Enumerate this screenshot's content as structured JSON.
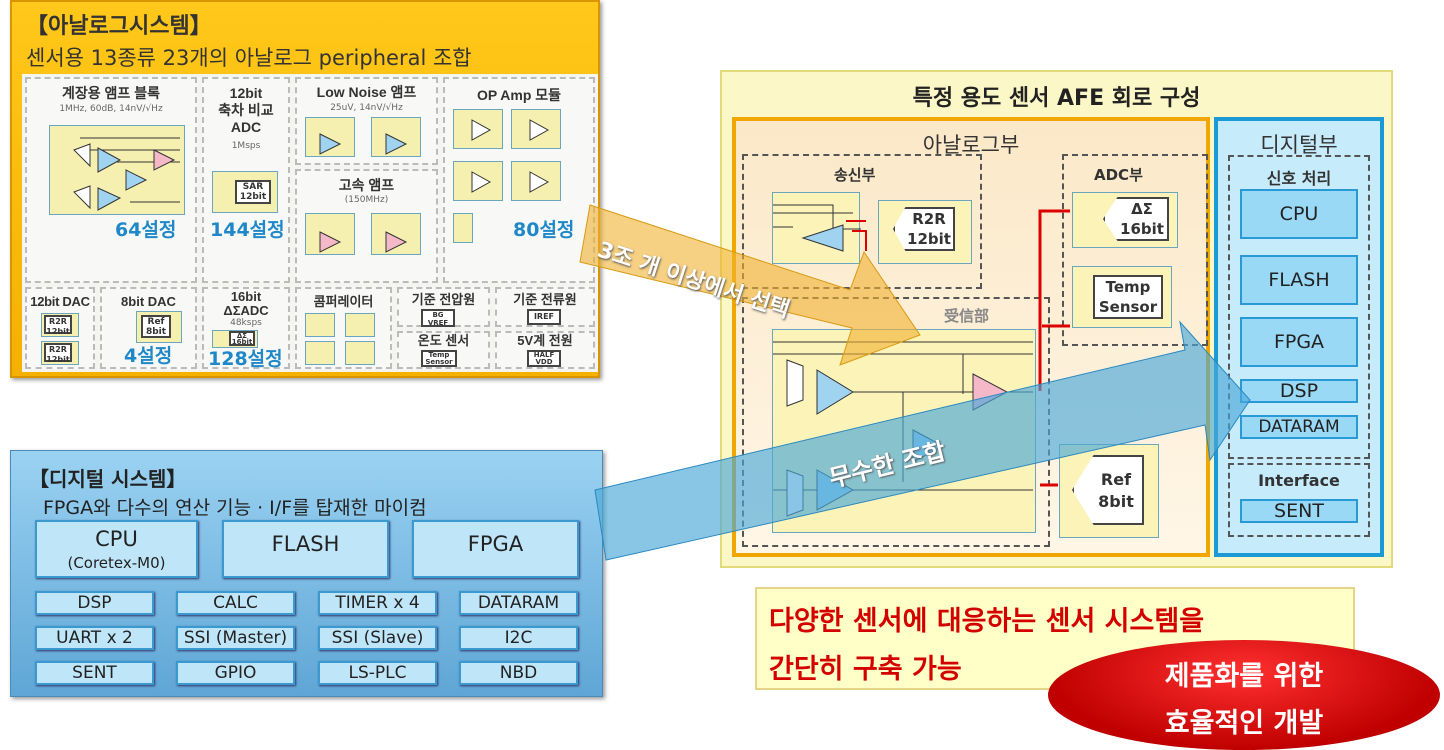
{
  "analog_system": {
    "title": "【아날로그시스템】",
    "subtitle": "센서용 13종류 23개의 아날로그 peripheral 조합",
    "cells": [
      {
        "title": "계장용 앰프 블록",
        "spec": "1MHz, 60dB, 14nV/√Hz",
        "count": "64설정"
      },
      {
        "title": "12bit\n축차 비교\nADC",
        "spec": "1Msps",
        "chip": "SAR\n12bit",
        "count": "144설정"
      },
      {
        "title": "Low Noise 앰프",
        "spec": "25uV, 14nV/√Hz"
      },
      {
        "title": "고속 앰프",
        "spec": "(150MHz)"
      },
      {
        "title": "OP Amp 모듈",
        "count": "80설정"
      },
      {
        "title": "12bit DAC",
        "chip": "R2R\n12bit"
      },
      {
        "title": "8bit DAC",
        "chip": "Ref\n8bit",
        "count": "4설정"
      },
      {
        "title": "16bit\nΔΣADC",
        "spec": "48ksps",
        "chip": "ΔΣ\n16bit",
        "count": "128설정"
      },
      {
        "title": "콤퍼레이터"
      },
      {
        "title": "기준 전압원",
        "chip": "BG\nVREF"
      },
      {
        "title": "기준 전류원",
        "chip": "IREF"
      },
      {
        "title": "온도 센서",
        "chip": "Temp\nSensor"
      },
      {
        "title": "5V계 전원",
        "chip": "HALF\nVDD"
      }
    ]
  },
  "digital_system": {
    "title": "【디지털 시스템】",
    "subtitle": "FPGA와 다수의 연산 기능 · I/F를 탑재한 마이컴",
    "cpu": "CPU",
    "cpu_sub": "(Coretex-M0)",
    "flash": "FLASH",
    "fpga": "FPGA",
    "modules": [
      "DSP",
      "CALC",
      "TIMER x 4",
      "DATARAM",
      "UART x 2",
      "SSI (Master)",
      "SSI (Slave)",
      "I2C",
      "SENT",
      "GPIO",
      "LS-PLC",
      "NBD"
    ]
  },
  "afe": {
    "title": "특정 용도 센서 AFE 회로 구성",
    "analog_part": "아날로그부",
    "tx": "송신부",
    "rx": "受信部",
    "adc": "ADC부",
    "r2r": "R2R\n12bit",
    "ds": "ΔΣ\n16bit",
    "temp": "Temp\nSensor",
    "ref": "Ref\n8bit",
    "digital_part": "디지털부",
    "signal": "신호 처리",
    "digital_items": [
      "CPU",
      "FLASH",
      "FPGA",
      "DSP",
      "DATARAM"
    ],
    "interface": "Interface",
    "sent": "SENT"
  },
  "arrows": {
    "select": "3조 개 이상에서 선택",
    "combo": "무수한 조합"
  },
  "message": {
    "line1": "다양한 센서에 대응하는 센서 시스템을",
    "line2": "간단히 구축 가능"
  },
  "badge": {
    "line1": "제품화를 위한",
    "line2": "효율적인 개발"
  },
  "colors": {
    "analog": "#ffc000",
    "digital": "#5fa6d6",
    "accent_text": "#1e88c8",
    "message": "#d40000"
  }
}
